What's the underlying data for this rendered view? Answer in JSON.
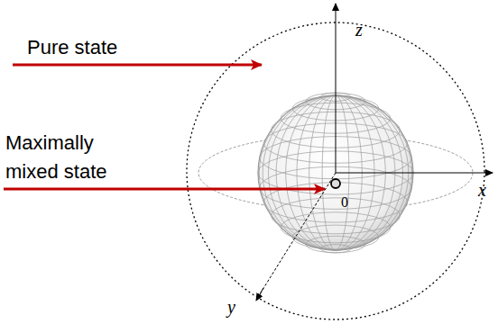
{
  "diagram": {
    "labels": [
      "Pure state",
      "Maximally mixed state",
      "z",
      "x",
      "y",
      "0"
    ]
  }
}
